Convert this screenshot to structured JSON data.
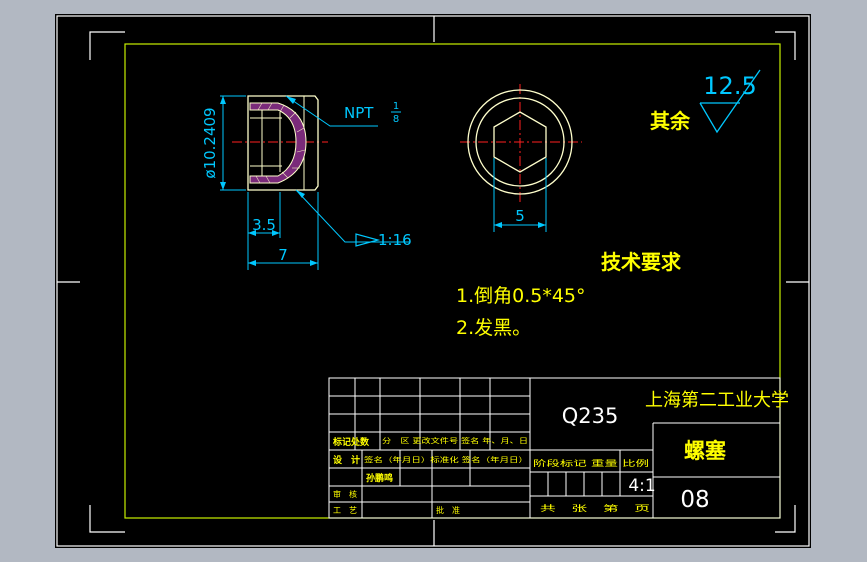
{
  "drawing": {
    "roughness_value": "12.5",
    "roughness_note": "其余",
    "thread_label": "NPT",
    "thread_frac_num": "1",
    "thread_frac_den": "8",
    "dim_diameter": "ø10.2409",
    "dim_length_small": "3.5",
    "dim_length_total": "7",
    "dim_hex": "5",
    "taper_label": "1:16"
  },
  "notes": {
    "title": "技术要求",
    "items": [
      "1.倒角0.5*45°",
      "2.发黑。"
    ]
  },
  "title_block": {
    "material": "Q235",
    "school": "上海第二工业大学",
    "part_name": "螺塞",
    "scale": "4:1",
    "drawing_no": "08",
    "row_marks": "标记处数",
    "row_marks_rest": "分　区 更改文件号 签名 年、月、日",
    "row_design": "设　计",
    "row_design_rest": "签名（年月日）标准化 签名（年月日）",
    "row_stage": "阶段标记 重量 比例",
    "designer": "孙鹏鸣",
    "row_review": "审　核",
    "row_process": "工　艺",
    "row_approve": "批　准",
    "row_sheets": "共　张　第　页"
  },
  "colors": {
    "background": "#000000",
    "frame_outer": "#ffffff",
    "frame_inner": "#c8f000",
    "text_yellow": "#ffff00",
    "dimension": "#00c8ff",
    "centerline": "#ff2020",
    "outline": "#ffffcc",
    "section_fill": "#7a2a7a"
  }
}
